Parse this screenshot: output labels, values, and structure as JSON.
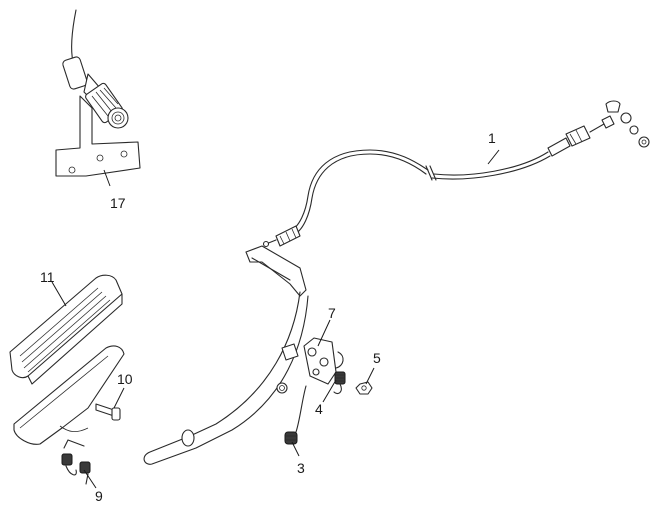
{
  "callouts": [
    {
      "id": "1",
      "label": "1"
    },
    {
      "id": "3",
      "label": "3"
    },
    {
      "id": "4",
      "label": "4"
    },
    {
      "id": "5",
      "label": "5"
    },
    {
      "id": "7",
      "label": "7"
    },
    {
      "id": "9",
      "label": "9"
    },
    {
      "id": "10",
      "label": "10"
    },
    {
      "id": "11",
      "label": "11"
    },
    {
      "id": "17",
      "label": "17"
    }
  ],
  "colors": {
    "line": "#2a2a2a",
    "shade": "#bdbdbd",
    "background": "#ffffff"
  }
}
